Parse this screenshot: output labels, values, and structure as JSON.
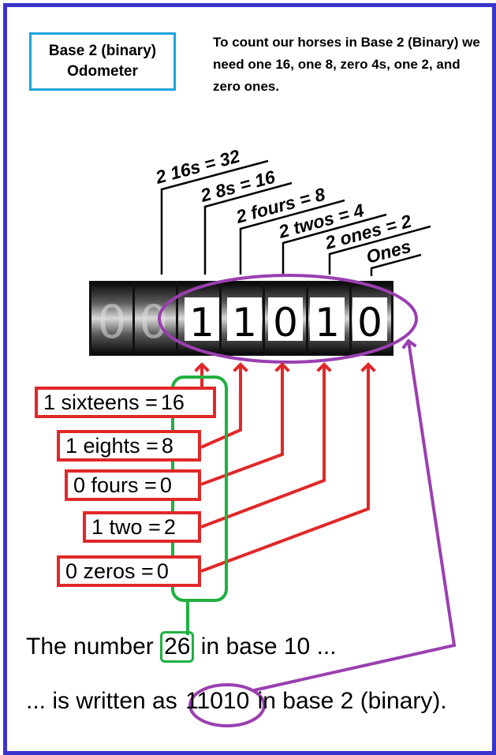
{
  "title": {
    "line1": "Base 2 (binary)",
    "line2": "Odometer"
  },
  "intro": "To count our horses in Base 2 (Binary) we need one 16, one 8, zero 4s, one 2, and zero ones.",
  "place_labels": [
    "2 16s = 32",
    "2 8s = 16",
    "2 fours = 8",
    "2 twos = 4",
    "2 ones = 2",
    "Ones"
  ],
  "odometer": {
    "leading": [
      "0",
      "0"
    ],
    "digits": [
      "1",
      "1",
      "0",
      "1",
      "0"
    ]
  },
  "breakdown": [
    {
      "text": "1 sixteens =",
      "value": "16"
    },
    {
      "text": "1 eights =",
      "value": "8"
    },
    {
      "text": "0 fours =",
      "value": "0"
    },
    {
      "text": "1 two =",
      "value": "2"
    },
    {
      "text": "0 zeros =",
      "value": "0"
    }
  ],
  "conclusion": {
    "line1_pre": "The number ",
    "line1_num": "26",
    "line1_post": " in base 10 ...",
    "line2_pre": "... is written as ",
    "line2_num": "11010",
    "line2_post": " in base 2 (binary)."
  },
  "colors": {
    "frame": "#3a33cc",
    "title_border": "#1aa3d9",
    "red": "#e02828",
    "green": "#20b040",
    "purple": "#9a3fb0"
  }
}
